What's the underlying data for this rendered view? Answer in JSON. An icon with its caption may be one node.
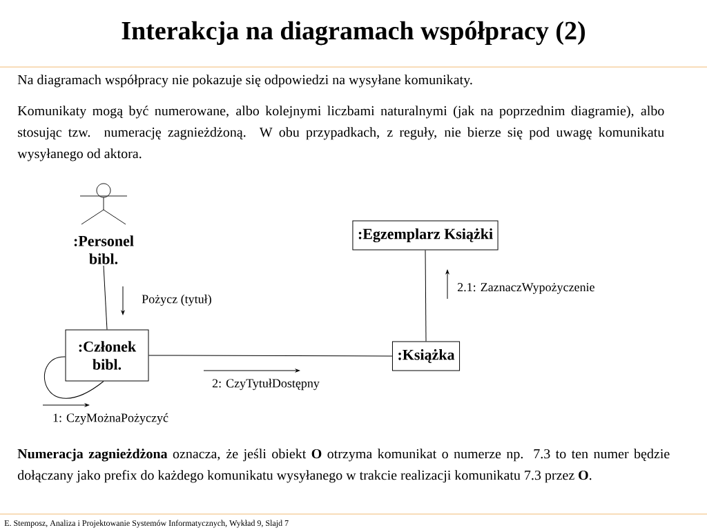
{
  "diagram": {
    "title": "Interakcja na diagramach współpracy (2)",
    "nodes": [
      {
        "text": [
          ":Personel bibl."
        ]
      },
      {
        "text": [
          ":Członek bibl."
        ]
      },
      {
        "text": [
          ":Egzemplarz Książki"
        ]
      },
      {
        "text": [
          ":Książka"
        ]
      }
    ],
    "edges": [
      {
        "from": 0,
        "to": 1,
        "arrow": "none"
      },
      {
        "from": 1,
        "to": 3,
        "arrow": "none"
      },
      {
        "from": 2,
        "to": 3,
        "arrow": "none"
      },
      {
        "from": 1,
        "to": 1,
        "arrow": "none"
      }
    ],
    "labels": [
      "Na diagramach współpracy nie pokazuje się odpowiedzi na wysyłane komunikaty.",
      "Komunikaty mogą być numerowane, albo kolejnymi liczbami naturalnymi (jak na poprzednim diagramie), albo stosując tzw. numerację zagnieżdżoną. W obu przypadkach, z reguły, nie bierze się pod uwagę komunikatu wysyłanego od aktora.",
      "Pożycz (tytuł)",
      "2.1: ZaznaczWypożyczenie",
      "2: CzyTytułDostępny",
      "1: CzyMożnaPożyczyć",
      "**Numeracja zagnieżdżona** oznacza, że jeśli obiekt **O** otrzyma komunikat o numerze np. 7.3 to ten  numer będzie dołączany jako prefix do każdego komunikatu wysyłanego w trakcie realizacji komunikatu 7.3 przez **O**.",
      "E. Stemposz, Analiza i Projektowanie Systemów Informatycznych, Wykład 9, Slajd 7"
    ]
  }
}
